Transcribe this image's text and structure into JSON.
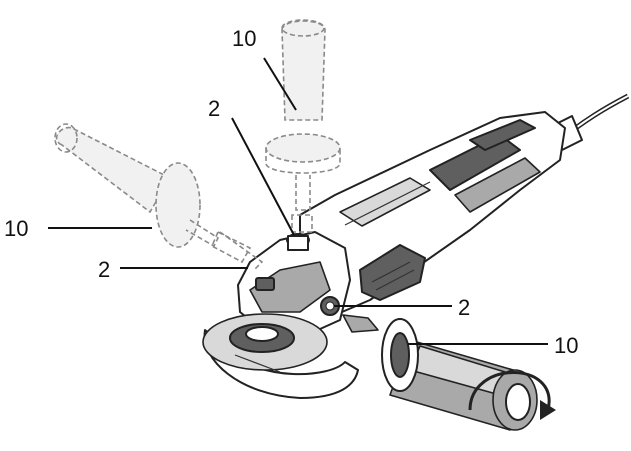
{
  "callouts": [
    {
      "id": "handle-top",
      "label": "10"
    },
    {
      "id": "handle-left",
      "label": "10"
    },
    {
      "id": "handle-right",
      "label": "10"
    },
    {
      "id": "socket-top",
      "label": "2"
    },
    {
      "id": "socket-left",
      "label": "2"
    },
    {
      "id": "socket-right",
      "label": "2"
    }
  ]
}
